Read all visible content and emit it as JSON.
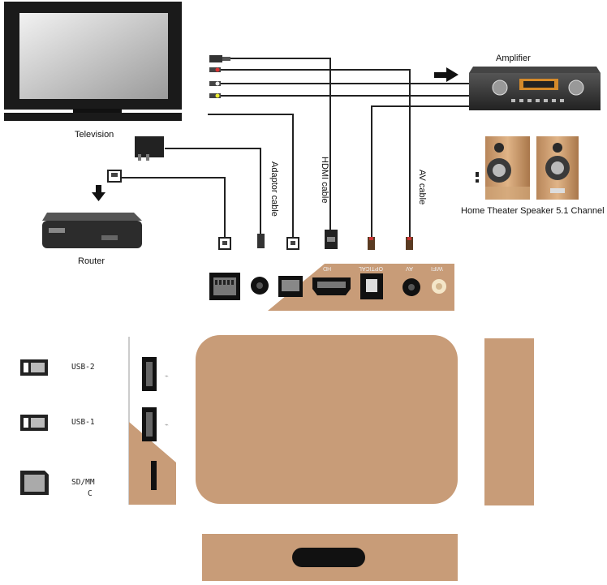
{
  "devices": {
    "television": "Television",
    "amplifier": "Amplifier",
    "speakers": "Home Theater Speaker 5.1 Channel",
    "router": "Router"
  },
  "cables": {
    "adaptor": "Adaptor  cable",
    "hdmi": "HDMI cable",
    "av": "AV cable"
  },
  "rear_ports": {
    "hd": "HD",
    "optical": "OPTICAL",
    "av": "AV",
    "wifi": "WIFI"
  },
  "side_ports": {
    "usb2": "USB-2",
    "usb1": "USB-1",
    "sd_line1": "SD/MM",
    "sd_line2": "C"
  },
  "colors": {
    "panel": "#c89c78",
    "cable": "#222222"
  }
}
